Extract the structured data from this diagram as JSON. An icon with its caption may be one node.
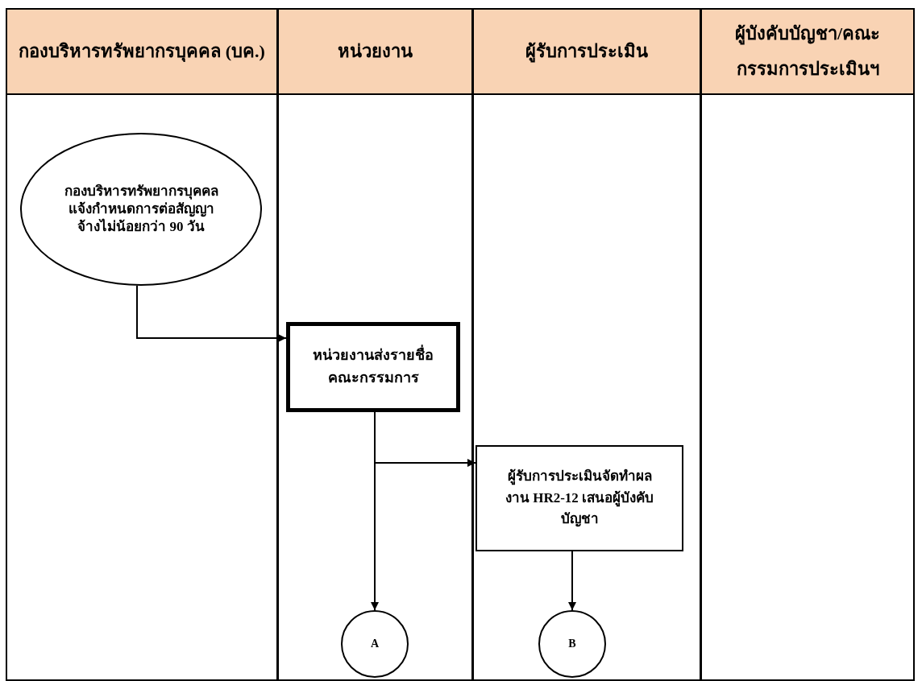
{
  "diagram": {
    "nodes": [
      {
        "text": [
          "กองบริหารทรัพยากรบุคคล (บค.)"
        ]
      },
      {
        "text": [
          "หน่วยงาน"
        ]
      },
      {
        "text": [
          "ผู้รับการประเมิน"
        ]
      },
      {
        "text": [
          "ผู้บังคับบัญชา/คณะกรรมการประเมินฯ"
        ]
      },
      {
        "text": [
          "กองบริหารทรัพยากรบุคคลแจ้งกำหนดการต่อสัญญาจ้างไม่น้อยกว่า 90 วัน"
        ],
        "in": 0
      },
      {
        "text": [
          "หน่วยงานส่งรายชื่อคณะกรรมการ"
        ],
        "in": 1
      },
      {
        "text": [
          "ผู้รับการประเมินจัดทำผลงาน HR2-12 เสนอผู้บังคับบัญชา"
        ],
        "in": 2
      },
      {
        "text": [
          "A"
        ],
        "in": 1
      },
      {
        "text": [
          "B"
        ],
        "in": 2
      }
    ],
    "edges": [
      {
        "from": 4,
        "to": 5,
        "arrow": "to"
      },
      {
        "from": 5,
        "to": 7,
        "arrow": "to"
      },
      {
        "from": 5,
        "to": 6,
        "arrow": "to"
      },
      {
        "from": 6,
        "to": 8,
        "arrow": "to"
      }
    ]
  }
}
